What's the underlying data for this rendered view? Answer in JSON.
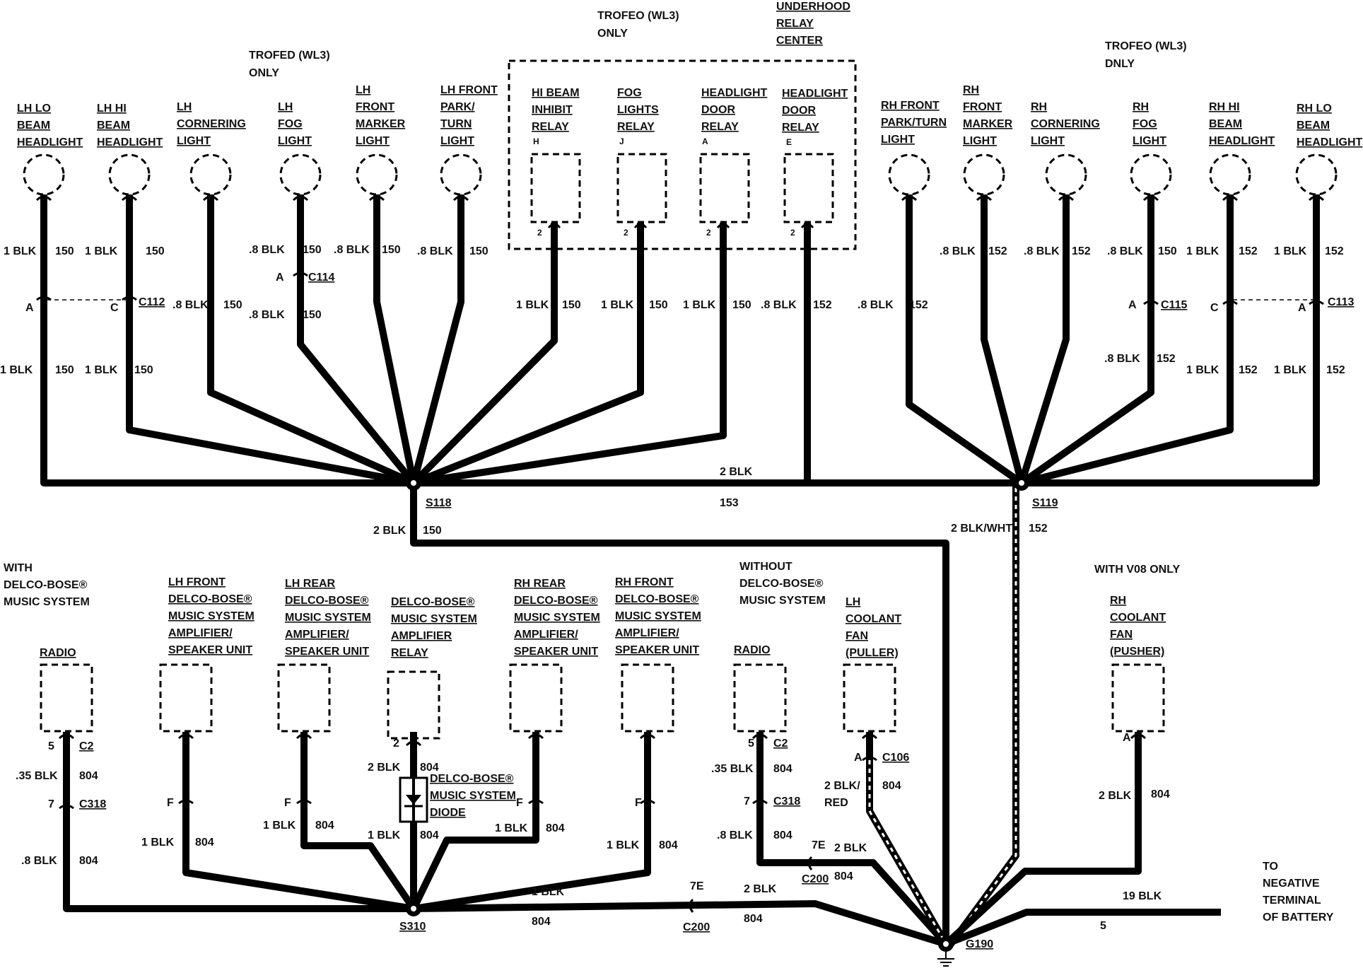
{
  "header": {
    "trofeo_lh": [
      "TROFED (WL3)",
      "ONLY"
    ],
    "trofeo_center": [
      "TROFEO (WL3)",
      "ONLY"
    ],
    "underhood": [
      "UNDERHOOD",
      "RELAY",
      "CENTER"
    ],
    "trofeo_rh": [
      "TROFEO (WL3)",
      "DNLY"
    ]
  },
  "top_components": [
    {
      "id": "lh-lo-beam",
      "lines": [
        "LH LO",
        "BEAM",
        "HEADLIGHT"
      ]
    },
    {
      "id": "lh-hi-beam",
      "lines": [
        "LH HI",
        "BEAM",
        "HEADLIGHT"
      ]
    },
    {
      "id": "lh-cornering",
      "lines": [
        "LH",
        "CORNERING",
        "LIGHT"
      ]
    },
    {
      "id": "lh-fog",
      "lines": [
        "LH",
        "FOG",
        "LIGHT"
      ]
    },
    {
      "id": "lh-front-marker",
      "lines": [
        "LH",
        "FRONT",
        "MARKER",
        "LIGHT"
      ]
    },
    {
      "id": "lh-front-park",
      "lines": [
        "LH FRONT",
        "PARK/",
        "TURN",
        "LIGHT"
      ]
    },
    {
      "id": "hi-beam-inhibit",
      "lines": [
        "HI BEAM",
        "INHIBIT",
        "RELAY"
      ],
      "pin": "H"
    },
    {
      "id": "fog-lights-relay",
      "lines": [
        "FOG",
        "LIGHTS",
        "RELAY"
      ],
      "pin": "J"
    },
    {
      "id": "headlight-door-relay-a",
      "lines": [
        "HEADLIGHT",
        "DOOR",
        "RELAY"
      ],
      "pin": "A"
    },
    {
      "id": "headlight-door-relay-e",
      "lines": [
        "HEADLIGHT",
        "DOOR",
        "RELAY"
      ],
      "pin": "E"
    },
    {
      "id": "rh-front-park",
      "lines": [
        "RH FRONT",
        "PARK/TURN",
        "LIGHT"
      ]
    },
    {
      "id": "rh-front-marker",
      "lines": [
        "RH",
        "FRONT",
        "MARKER",
        "LIGHT"
      ]
    },
    {
      "id": "rh-cornering",
      "lines": [
        "RH",
        "CORNERING",
        "LIGHT"
      ]
    },
    {
      "id": "rh-fog",
      "lines": [
        "RH",
        "FOG",
        "LIGHT"
      ]
    },
    {
      "id": "rh-hi-beam",
      "lines": [
        "RH HI",
        "BEAM",
        "HEADLIGHT"
      ]
    },
    {
      "id": "rh-lo-beam",
      "lines": [
        "RH LO",
        "BEAM",
        "HEADLIGHT"
      ]
    }
  ],
  "relay_pin": "2",
  "wire_labels_top": [
    "1 BLK",
    "150",
    "1 BLK",
    "150",
    ".8 BLK",
    "150",
    ".8 BLK",
    "150",
    ".8 BLK",
    "150",
    ".8 BLK",
    "150",
    ".8 BLK",
    "150",
    "1 BLK",
    "150",
    "1 BLK",
    "150",
    "1 BLK",
    "150",
    ".8 BLK",
    "152",
    ".8 BLK",
    "152",
    ".8 BLK",
    "152",
    ".8 BLK",
    "152",
    ".8 BLK",
    "150",
    "1 BLK",
    "152",
    "1 BLK",
    "152",
    "1 BLK",
    "150",
    "1 BLK",
    "150",
    ".8 BLK",
    "152",
    "1 BLK",
    "152",
    "1 BLK",
    "152"
  ],
  "connectors_top": {
    "c112": "C112",
    "c114": "C114",
    "c115": "C115",
    "c113": "C113",
    "pin_a": "A",
    "pin_c": "C"
  },
  "splices": {
    "s118": "S118",
    "s119": "S119",
    "s310": "S310",
    "g190": "G190"
  },
  "crossover": {
    "gauge": "2 BLK",
    "circuit": "153"
  },
  "s118_drop": {
    "gauge": "2 BLK",
    "circuit": "150"
  },
  "s119_drop": {
    "gauge": "2 BLK/WHT",
    "circuit": "152"
  },
  "bottom_headers": {
    "with_bose": [
      "WITH",
      "DELCO-BOSE®",
      "MUSIC SYSTEM"
    ],
    "without_bose": [
      "WITHOUT",
      "DELCO-BOSE®",
      "MUSIC SYSTEM"
    ],
    "with_v08": "WITH V08 ONLY"
  },
  "bottom_components": [
    {
      "id": "radio-1",
      "lines": [
        "RADIO"
      ]
    },
    {
      "id": "lh-front-bose",
      "lines": [
        "LH FRONT",
        "DELCO-BOSE®",
        "MUSIC SYSTEM",
        "AMPLIFIER/",
        "SPEAKER UNIT"
      ]
    },
    {
      "id": "lh-rear-bose",
      "lines": [
        "LH REAR",
        "DELCO-BOSE®",
        "MUSIC SYSTEM",
        "AMPLIFIER/",
        "SPEAKER UNIT"
      ]
    },
    {
      "id": "bose-relay",
      "lines": [
        "DELCO-BOSE®",
        "MUSIC SYSTEM",
        "AMPLIFIER",
        "RELAY"
      ]
    },
    {
      "id": "rh-rear-bose",
      "lines": [
        "RH REAR",
        "DELCO-BOSE®",
        "MUSIC SYSTEM",
        "AMPLIFIER/",
        "SPEAKER UNIT"
      ]
    },
    {
      "id": "rh-front-bose",
      "lines": [
        "RH FRONT",
        "DELCO-BOSE®",
        "MUSIC SYSTEM",
        "AMPLIFIER/",
        "SPEAKER UNIT"
      ]
    },
    {
      "id": "radio-2",
      "lines": [
        "RADIO"
      ]
    },
    {
      "id": "lh-coolant-fan",
      "lines": [
        "LH",
        "COOLANT",
        "FAN",
        "(PULLER)"
      ]
    },
    {
      "id": "rh-coolant-fan",
      "lines": [
        "RH",
        "COOLANT",
        "FAN",
        "(PUSHER)"
      ]
    }
  ],
  "bottom_labels": {
    "pin5": "5",
    "c2": "C2",
    "pin7": "7",
    "c318": "C318",
    "pinF": "F",
    "pin2": "2",
    "pinA": "A",
    "pin7e": "7E",
    "c200": "C200",
    "c106": "C106",
    "g35blk": ".35 BLK",
    "g8blk": ".8 BLK",
    "g1blk": "1 BLK",
    "g2blk": "2 BLK",
    "g2blkred": [
      "2 BLK/",
      "RED"
    ],
    "g19blk": "19 BLK",
    "c804": "804",
    "c5": "5",
    "diode": [
      "DELCO-BOSE®",
      "MUSIC SYSTEM",
      "DIODE"
    ]
  },
  "battery": [
    "TO",
    "NEGATIVE",
    "TERMINAL",
    "OF BATTERY"
  ]
}
